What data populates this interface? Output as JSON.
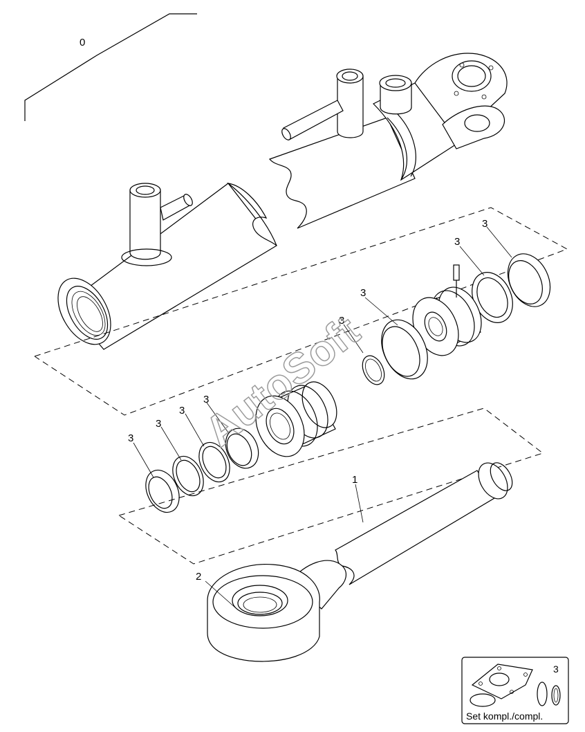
{
  "callouts": {
    "assembly": "0",
    "rod": "1",
    "bushing": "2",
    "seal_1": "3",
    "seal_2": "3",
    "seal_3": "3",
    "seal_4": "3",
    "seal_5": "3",
    "seal_6": "3",
    "seal_7": "3",
    "seal_8": "3"
  },
  "watermark": "AutoSoft",
  "kit": {
    "ref": "3",
    "label": "Set kompl./compl."
  }
}
